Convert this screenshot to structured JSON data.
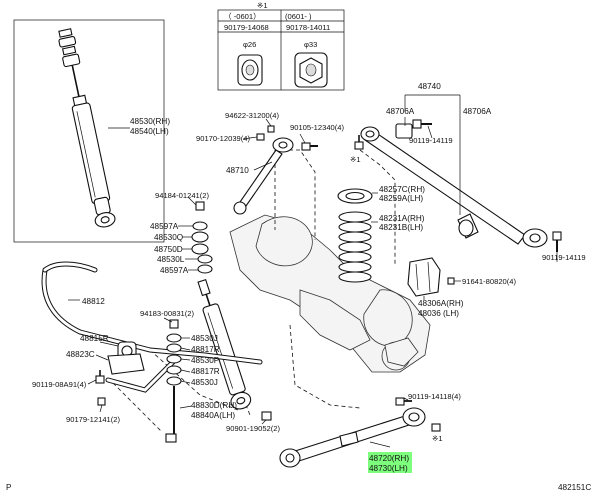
{
  "inset": {
    "note_mark": "※1",
    "col_left_range": "（ -0601）",
    "col_right_range": "(0601- )",
    "col_left_part": "90179-14068",
    "col_right_part": "90178-14011",
    "col_left_dim": "φ26",
    "col_right_dim": "φ33"
  },
  "labels": {
    "shock_rh": "48530(RH)",
    "shock_lh": "48540(LH)",
    "upper_arm_assy": "48740",
    "bush_a_left": "48706A",
    "bush_a_right": "48706A",
    "bolt_94622": "94622-31200(4)",
    "bolt_90170": "90170-12039(4)",
    "bolt_90105": "90105-12340(4)",
    "bolt_90119_a": "90119-14119",
    "bolt_90119_b": "90119-14119",
    "lateral_rod": "48710",
    "mark_1_upper": "※1",
    "seat_rh": "48257C(RH)",
    "seat_lh": "48259A(LH)",
    "spring_rh": "48231A(RH)",
    "spring_lh": "48231B(LH)",
    "nut_94184": "94184-01241(2)",
    "p48597a_top": "48597A",
    "p48530q": "48530Q",
    "p48750d": "48750D",
    "p48530l": "48530L",
    "p48597a_bot": "48597A",
    "bolt_91641": "91641-80820(4)",
    "bracket_rh": "48306A(RH)",
    "bracket_lh": "48036 (LH)",
    "stabilizer": "48812",
    "bolt_94183": "94183-00831(2)",
    "p48530j_top": "48530J",
    "p48817r_top": "48817R",
    "p48530p": "48530P",
    "p48817r_bot": "48817R",
    "p48530j_bot": "48530J",
    "bush_48815r": "48815R",
    "bracket_48823c": "48823C",
    "bolt_90119_08a91": "90119-08A91(4)",
    "bolt_90179_12141": "90179-12141(2)",
    "link_rh": "48830D(RH)",
    "link_lh": "48840A(LH)",
    "nut_90119_14118": "90119-14118(4)",
    "bolt_90901": "90901-19052(2)",
    "mark_1_lower": "※1",
    "lower_arm_rh": "48720(RH)",
    "lower_arm_lh": "48730(LH)",
    "corner_left": "P",
    "diagram_code": "482151C"
  },
  "colors": {
    "highlight": "#7dff7d",
    "line": "#111111"
  }
}
